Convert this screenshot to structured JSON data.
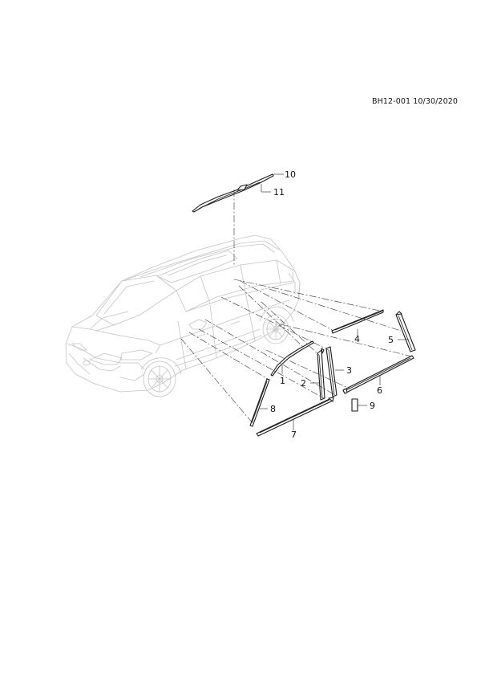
{
  "diagram_code": "BH12-001 10/30/2020",
  "callouts": [
    "1",
    "2",
    "3",
    "4",
    "5",
    "6",
    "7",
    "8",
    "9",
    "10",
    "11"
  ]
}
